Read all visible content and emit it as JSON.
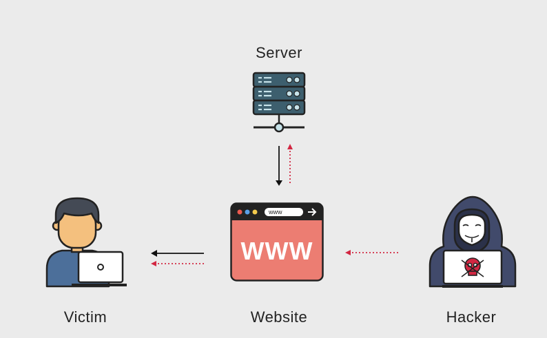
{
  "nodes": {
    "server": {
      "label": "Server",
      "icon": "server-icon"
    },
    "website": {
      "label": "Website",
      "icon": "browser-window-icon",
      "url_bar_text": "www",
      "banner_text": "WWW"
    },
    "victim": {
      "label": "Victim",
      "icon": "person-with-laptop-icon"
    },
    "hacker": {
      "label": "Hacker",
      "icon": "hooded-hacker-icon"
    }
  },
  "arrows": [
    {
      "from": "website",
      "to": "server",
      "style": "dotted",
      "color": "#d22742"
    },
    {
      "from": "server",
      "to": "website",
      "style": "solid",
      "color": "#111111"
    },
    {
      "from": "website",
      "to": "victim",
      "style": "solid",
      "color": "#111111"
    },
    {
      "from": "website",
      "to": "victim",
      "style": "dotted",
      "color": "#d22742"
    },
    {
      "from": "hacker",
      "to": "website",
      "style": "dotted",
      "color": "#d22742"
    }
  ],
  "colors": {
    "background": "#ebebeb",
    "server_body": "#3d5f6e",
    "browser_frame": "#222222",
    "browser_body": "#ec7d72",
    "skin": "#f4c07e",
    "shirt": "#4c6f9a",
    "hood": "#414a6b",
    "accent_red": "#d22742"
  }
}
